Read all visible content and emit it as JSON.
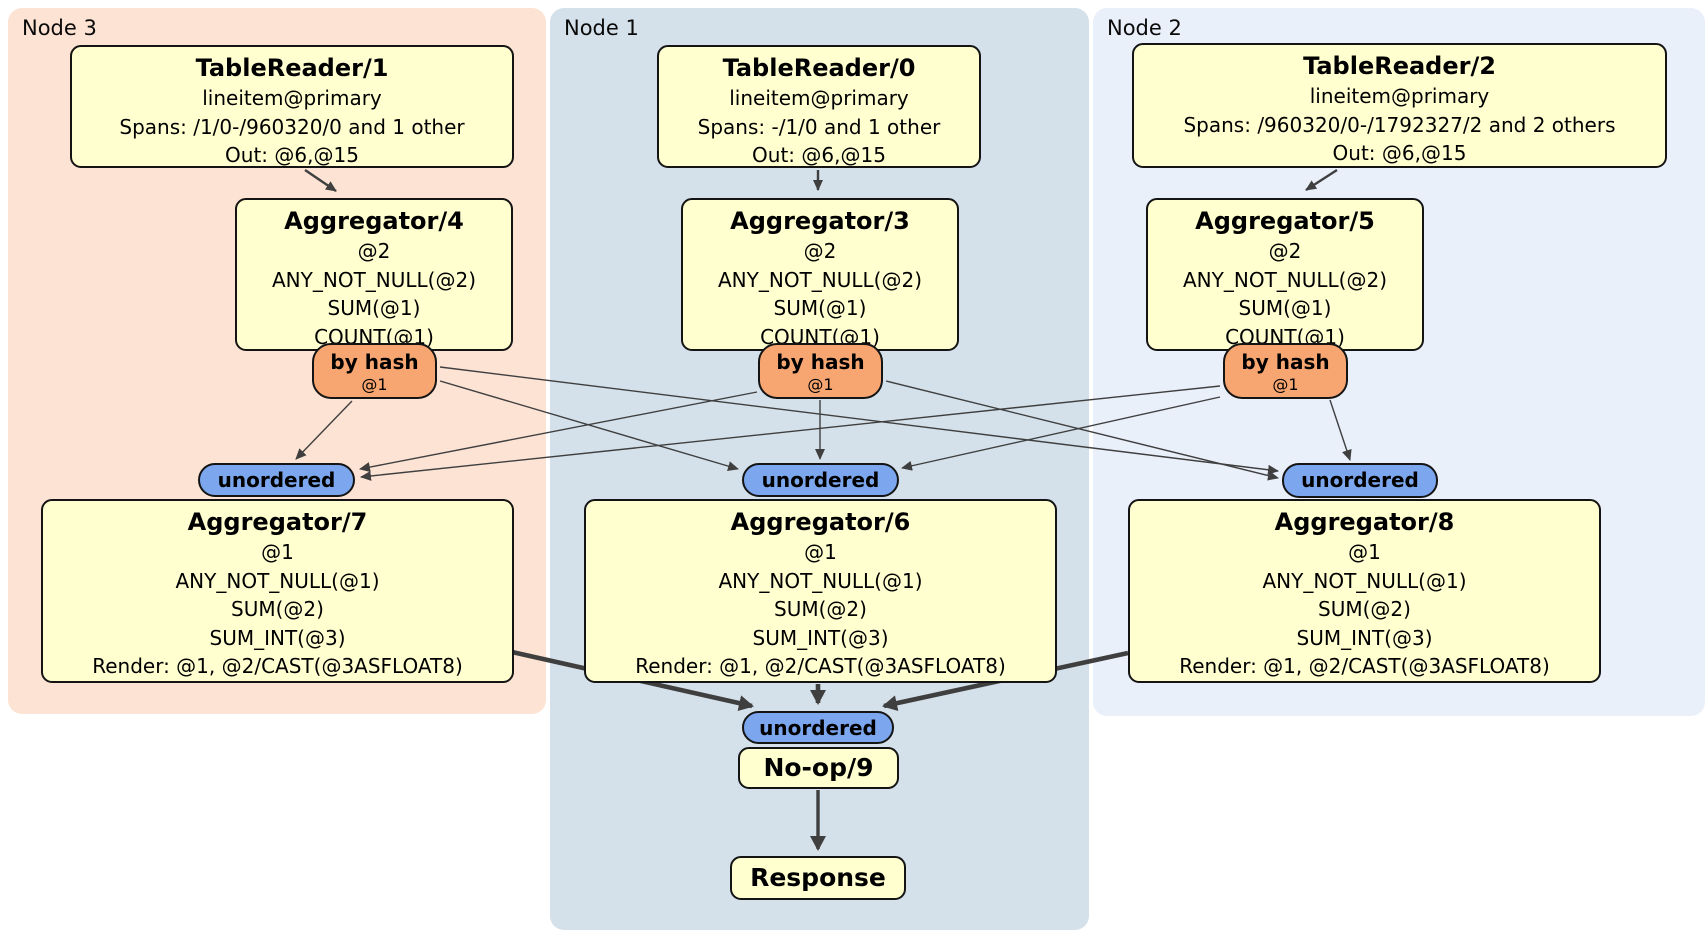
{
  "panels": {
    "node3": {
      "label": "Node 3"
    },
    "node1": {
      "label": "Node 1"
    },
    "node2": {
      "label": "Node 2"
    }
  },
  "processors": {
    "tr1": {
      "title": "TableReader/1",
      "lines": [
        "lineitem@primary",
        "Spans: /1/0-/960320/0 and 1 other",
        "Out: @6,@15"
      ]
    },
    "tr0": {
      "title": "TableReader/0",
      "lines": [
        "lineitem@primary",
        "Spans: -/1/0 and 1 other",
        "Out: @6,@15"
      ]
    },
    "tr2": {
      "title": "TableReader/2",
      "lines": [
        "lineitem@primary",
        "Spans: /960320/0-/1792327/2 and 2 others",
        "Out: @6,@15"
      ]
    },
    "agg4": {
      "title": "Aggregator/4",
      "lines": [
        "@2",
        "ANY_NOT_NULL(@2)",
        "SUM(@1)",
        "COUNT(@1)"
      ]
    },
    "agg3": {
      "title": "Aggregator/3",
      "lines": [
        "@2",
        "ANY_NOT_NULL(@2)",
        "SUM(@1)",
        "COUNT(@1)"
      ]
    },
    "agg5": {
      "title": "Aggregator/5",
      "lines": [
        "@2",
        "ANY_NOT_NULL(@2)",
        "SUM(@1)",
        "COUNT(@1)"
      ]
    },
    "agg7": {
      "title": "Aggregator/7",
      "lines": [
        "@1",
        "ANY_NOT_NULL(@1)",
        "SUM(@2)",
        "SUM_INT(@3)",
        "Render: @1, @2/CAST(@3ASFLOAT8)"
      ]
    },
    "agg6": {
      "title": "Aggregator/6",
      "lines": [
        "@1",
        "ANY_NOT_NULL(@1)",
        "SUM(@2)",
        "SUM_INT(@3)",
        "Render: @1, @2/CAST(@3ASFLOAT8)"
      ]
    },
    "agg8": {
      "title": "Aggregator/8",
      "lines": [
        "@1",
        "ANY_NOT_NULL(@1)",
        "SUM(@2)",
        "SUM_INT(@3)",
        "Render: @1, @2/CAST(@3ASFLOAT8)"
      ]
    },
    "noop": {
      "title": "No-op/9"
    },
    "response": {
      "title": "Response"
    }
  },
  "routers": {
    "by_hash": {
      "label": "by hash",
      "key": "@1"
    }
  },
  "streams": {
    "unordered": {
      "label": "unordered"
    }
  },
  "colors": {
    "panel-node3": "#fce3d3",
    "panel-node1": "#d4e1ea",
    "panel-node2": "#eaf0fa",
    "box-fill": "#ffffd0",
    "box-border": "#141414",
    "hash-fill": "#f7a671",
    "un-fill": "#7ca6ed",
    "edge": "#3f3f3f",
    "text": "#000000"
  }
}
